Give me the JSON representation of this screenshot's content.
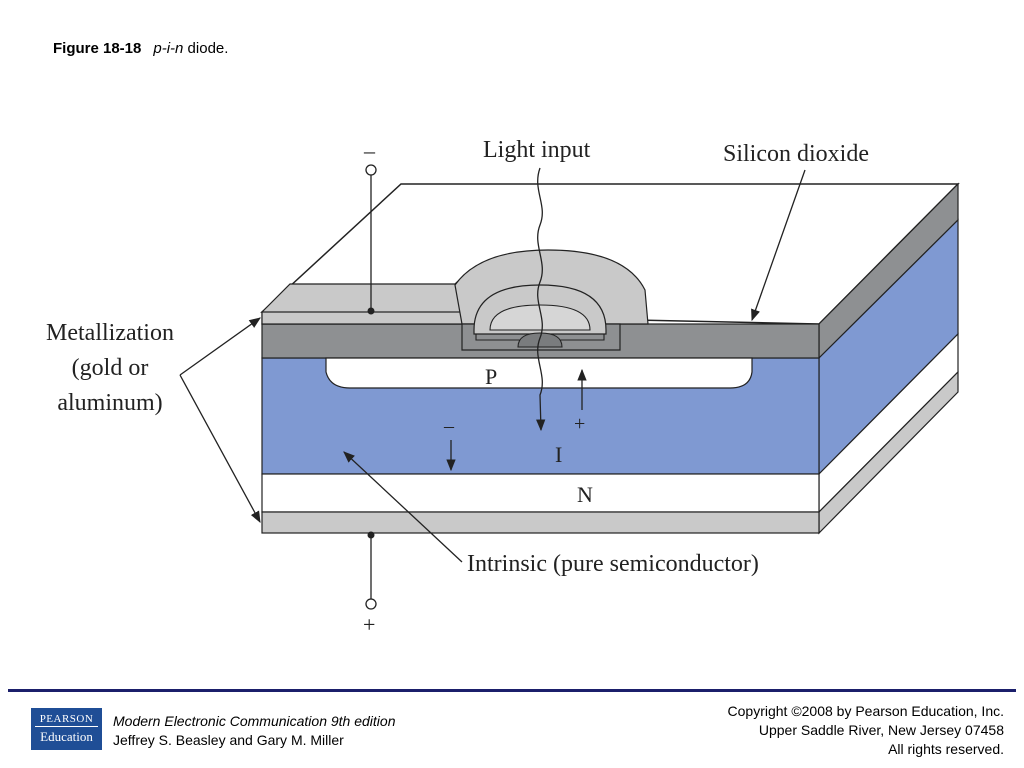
{
  "figure": {
    "number": "Figure 18-18",
    "caption_italic": "p-i-n",
    "caption_rest": " diode."
  },
  "diagram": {
    "labels": {
      "light_input": "Light input",
      "silicon_dioxide": "Silicon dioxide",
      "metallization_line1": "Metallization",
      "metallization_line2": "(gold or",
      "metallization_line3": "aluminum)",
      "intrinsic": "Intrinsic (pure semiconductor)",
      "p_region": "P",
      "i_region": "I",
      "n_region": "N",
      "terminal_top_sign": "–",
      "terminal_bottom_sign": "+",
      "hole_sign": "+",
      "electron_sign": "–"
    },
    "colors": {
      "intrinsic_blue": "#7f99d2",
      "oxide_gray": "#8e9092",
      "metal_light": "#c9c9c9",
      "outline": "#222222"
    }
  },
  "footer": {
    "logo_top": "PEARSON",
    "logo_bottom": "Education",
    "book_title": "Modern Electronic Communication 9th edition",
    "authors": "Jeffrey S. Beasley and Gary M. Miller",
    "copyright_line1": "Copyright ©2008 by Pearson Education, Inc.",
    "copyright_line2": "Upper Saddle River, New Jersey 07458",
    "copyright_line3": "All rights reserved."
  }
}
